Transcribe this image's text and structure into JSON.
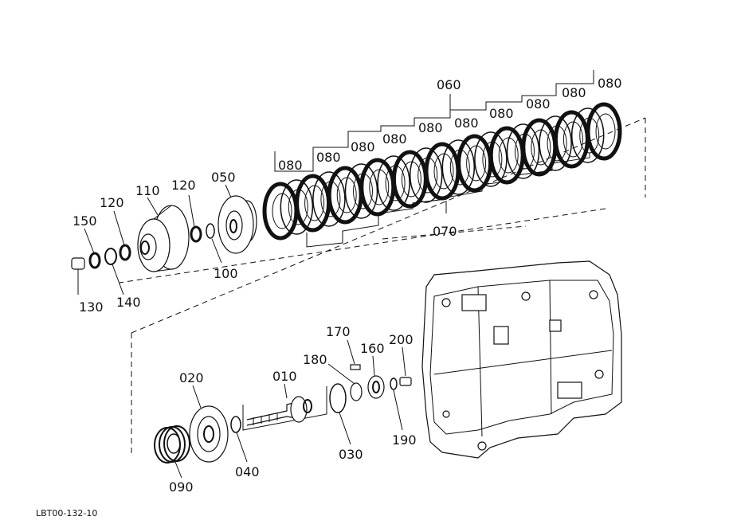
{
  "labels": {
    "l060": "060",
    "l080a": "080",
    "l080b": "080",
    "l080c": "080",
    "l080d": "080",
    "l080e": "080",
    "l080f": "080",
    "l080g": "080",
    "l080h": "080",
    "l080i": "080",
    "l080j": "080",
    "l070": "070",
    "l050": "050",
    "l120a": "120",
    "l110": "110",
    "l120b": "120",
    "l150": "150",
    "l100": "100",
    "l130": "130",
    "l140": "140",
    "l170": "170",
    "l200": "200",
    "l180": "180",
    "l160": "160",
    "l010": "010",
    "l020": "020",
    "l030": "030",
    "l190": "190",
    "l040": "040",
    "l090": "090"
  },
  "footer": {
    "code": "LBT00-132-10"
  }
}
